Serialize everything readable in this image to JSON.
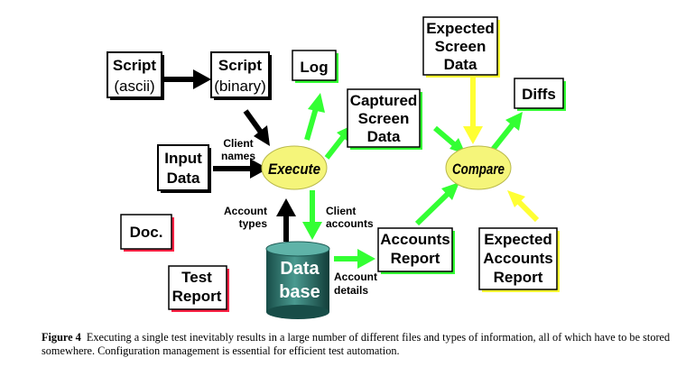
{
  "nodes": {
    "script_ascii": {
      "lines": [
        "Script",
        "(ascii)"
      ]
    },
    "script_binary": {
      "lines": [
        "Script",
        "(binary)"
      ]
    },
    "log": {
      "lines": [
        "Log"
      ]
    },
    "captured": {
      "lines": [
        "Captured",
        "Screen",
        "Data"
      ]
    },
    "expected_screen": {
      "lines": [
        "Expected",
        "Screen",
        "Data"
      ]
    },
    "diffs": {
      "lines": [
        "Diffs"
      ]
    },
    "input_data": {
      "lines": [
        "Input",
        "Data"
      ]
    },
    "execute": {
      "lines": [
        "Execute"
      ]
    },
    "compare": {
      "lines": [
        "Compare"
      ]
    },
    "doc": {
      "lines": [
        "Doc."
      ]
    },
    "test_report": {
      "lines": [
        "Test",
        "Report"
      ]
    },
    "database": {
      "lines": [
        "Data",
        "base"
      ]
    },
    "accounts_report": {
      "lines": [
        "Accounts",
        "Report"
      ]
    },
    "expected_accounts": {
      "lines": [
        "Expected",
        "Accounts",
        "Report"
      ]
    }
  },
  "edge_labels": {
    "client_names": [
      "Client",
      "names"
    ],
    "account_types": [
      "Account",
      "types"
    ],
    "client_accounts": [
      "Client",
      "accounts"
    ],
    "account_details": [
      "Account",
      "details"
    ]
  },
  "caption": {
    "label": "Figure 4",
    "text": "Executing a single test inevitably results in a large number of different files and types of information, all of which have to be stored somewhere. Configuration management is essential for efficient test automation."
  },
  "colors": {
    "border_black": "#000000",
    "border_green": "#33ff33",
    "border_yellow": "#ffff33",
    "border_red": "#ff2244",
    "arrow_black": "#000000",
    "arrow_green": "#33ff33",
    "arrow_yellow": "#ffff33",
    "ellipse_fill": "#f5f57a",
    "cylinder_fill": "#2e7a72"
  }
}
